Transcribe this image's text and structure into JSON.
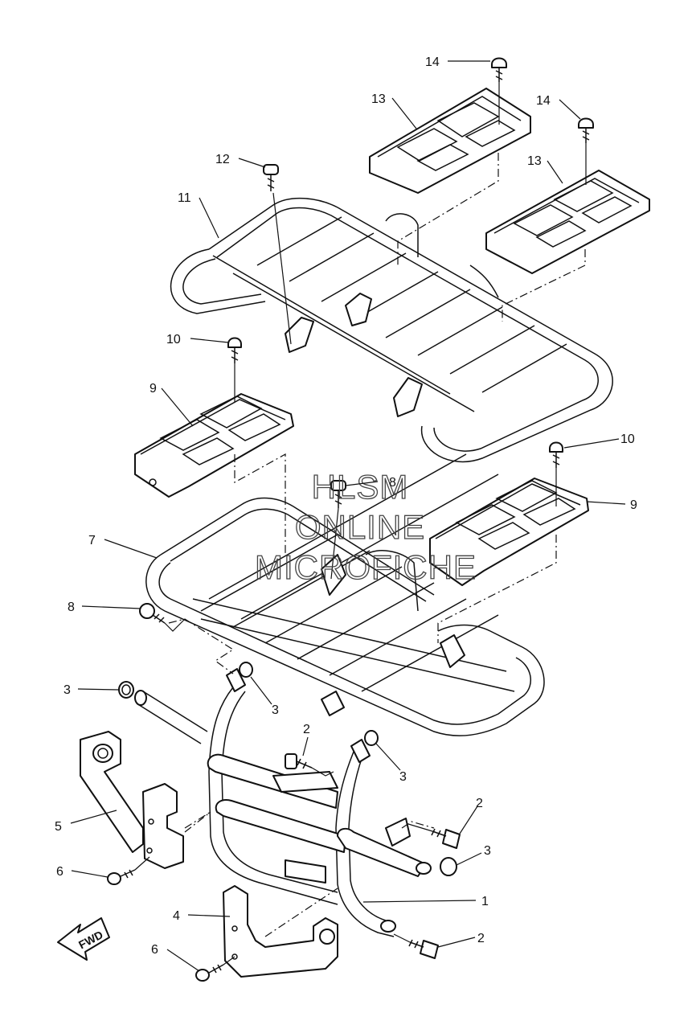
{
  "diagram": {
    "callouts": {
      "c1": "1",
      "c2a": "2",
      "c2b": "2",
      "c2c": "2",
      "c3a": "3",
      "c3b": "3",
      "c3c": "3",
      "c3d": "3",
      "c4": "4",
      "c5": "5",
      "c6a": "6",
      "c6b": "6",
      "c7": "7",
      "c8a": "8",
      "c8b": "8",
      "c9a": "9",
      "c9b": "9",
      "c10a": "10",
      "c10b": "10",
      "c11": "11",
      "c12": "12",
      "c13a": "13",
      "c13b": "13",
      "c14a": "14",
      "c14b": "14"
    },
    "watermark": {
      "line1": "HLSM",
      "line2": "ONLINE",
      "line3": "MICROFICHE"
    },
    "direction_badge": "FWD"
  }
}
